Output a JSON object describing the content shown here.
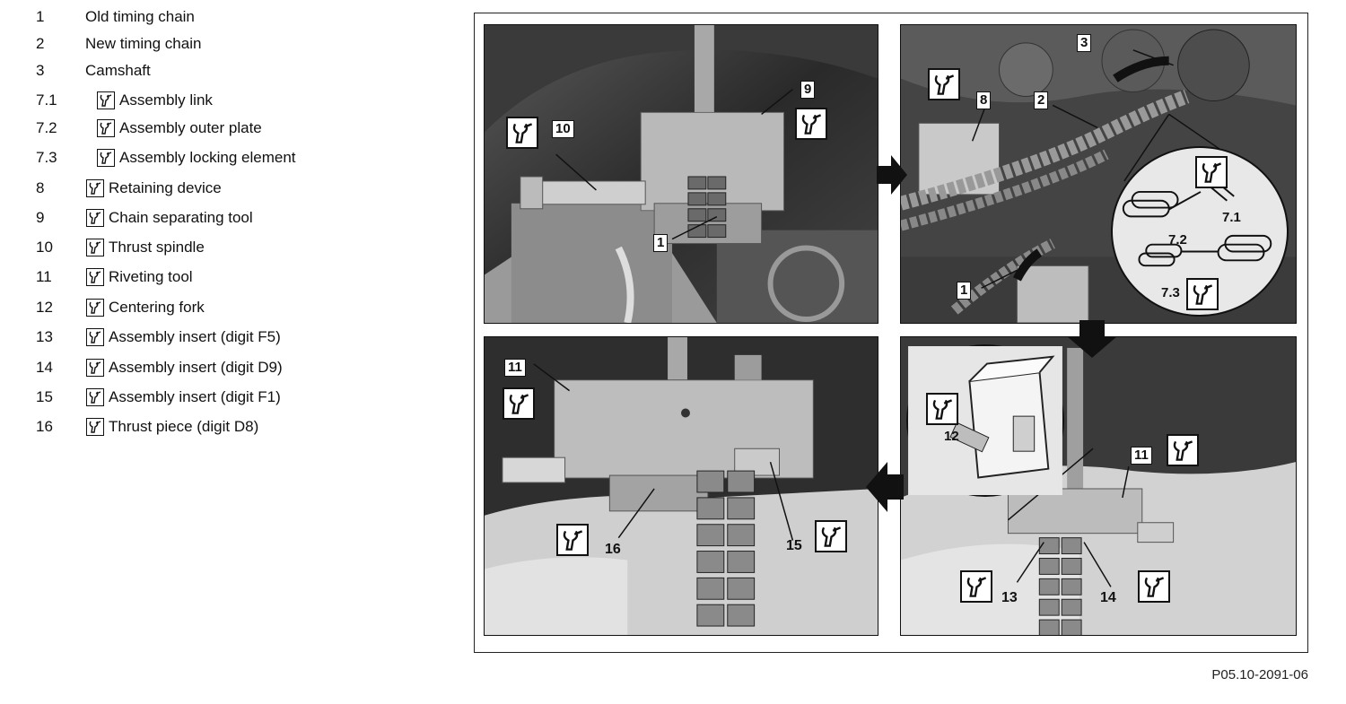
{
  "legend": [
    {
      "num": "1",
      "text": "Old timing chain",
      "tool": false
    },
    {
      "num": "2",
      "text": "New timing chain",
      "tool": false
    },
    {
      "num": "3",
      "text": "Camshaft",
      "tool": false
    },
    {
      "num": "7.1",
      "text": "Assembly link",
      "tool": true
    },
    {
      "num": "7.2",
      "text": "Assembly outer plate",
      "tool": true
    },
    {
      "num": "7.3",
      "text": "Assembly locking element",
      "tool": true
    },
    {
      "num": "8",
      "text": "Retaining device",
      "tool": true
    },
    {
      "num": "9",
      "text": "Chain separating tool",
      "tool": true
    },
    {
      "num": "10",
      "text": "Thrust spindle",
      "tool": true
    },
    {
      "num": "11",
      "text": "Riveting tool",
      "tool": true
    },
    {
      "num": "12",
      "text": "Centering fork",
      "tool": true
    },
    {
      "num": "13",
      "text": "Assembly insert (digit F5)",
      "tool": true
    },
    {
      "num": "14",
      "text": "Assembly insert (digit D9)",
      "tool": true
    },
    {
      "num": "15",
      "text": "Assembly insert (digit F1)",
      "tool": true
    },
    {
      "num": "16",
      "text": "Thrust piece (digit D8)",
      "tool": true
    }
  ],
  "figure": {
    "caption": "P05.10-2091-06",
    "panel_tl_refs": [
      "9",
      "10",
      "1"
    ],
    "panel_tr_refs": [
      "3",
      "8",
      "2",
      "7.1",
      "7.2",
      "7.3",
      "1"
    ],
    "panel_bl_refs": [
      "11",
      "16",
      "15"
    ],
    "panel_br_refs": [
      "12",
      "11",
      "13",
      "14"
    ]
  },
  "icons": {
    "tool": "special-tool-icon",
    "arrow": "step-arrow-icon"
  }
}
